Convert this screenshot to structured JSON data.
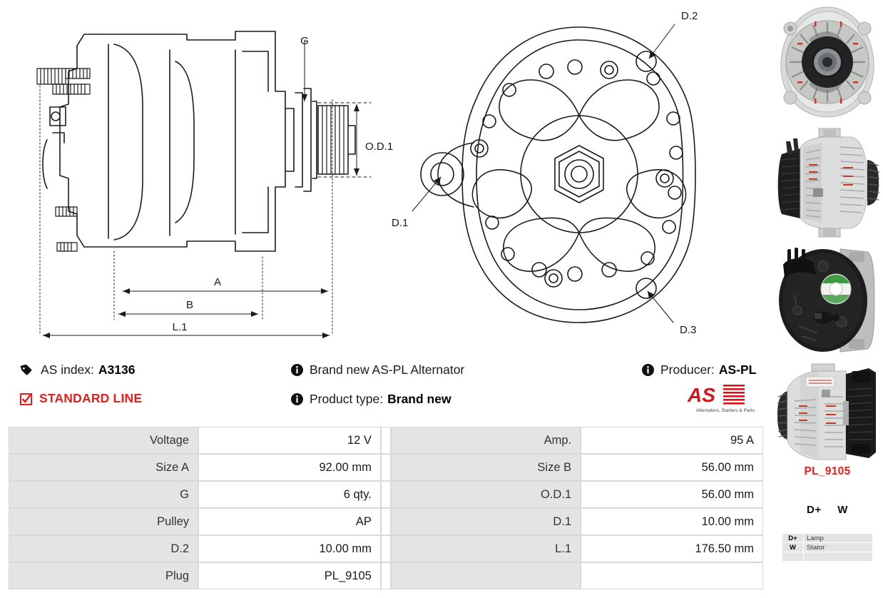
{
  "drawing": {
    "side_view_labels": {
      "g": "G",
      "od1": "O.D.1",
      "a": "A",
      "b": "B",
      "l1": "L.1"
    },
    "front_view_labels": {
      "d1": "D.1",
      "d2": "D.2",
      "d3": "D.3"
    }
  },
  "info": {
    "as_index_label": "AS index:",
    "as_index_value": "A3136",
    "line_badge": "STANDARD LINE",
    "brand_text": "Brand new AS-PL Alternator",
    "product_type_label": "Product type:",
    "product_type_value": "Brand new",
    "producer_label": "Producer:",
    "producer_value": "AS-PL",
    "logo_text": "AS",
    "logo_tagline": "Alternators, Starters & Parts",
    "accent_red": "#ee1b18"
  },
  "spec_table": {
    "rows": [
      {
        "k1": "Voltage",
        "v1": "12 V",
        "k2": "Amp.",
        "v2": "95 A"
      },
      {
        "k1": "Size A",
        "v1": "92.00 mm",
        "k2": "Size B",
        "v2": "56.00 mm"
      },
      {
        "k1": "G",
        "v1": "6 qty.",
        "k2": "O.D.1",
        "v2": "56.00 mm"
      },
      {
        "k1": "Pulley",
        "v1": "AP",
        "k2": "D.1",
        "v2": "10.00 mm"
      },
      {
        "k1": "D.2",
        "v1": "10.00 mm",
        "k2": "L.1",
        "v2": "176.50 mm"
      },
      {
        "k1": "Plug",
        "v1": "PL_9105",
        "k2": "",
        "v2": ""
      }
    ]
  },
  "photos": [
    {
      "name": "alternator-front-view"
    },
    {
      "name": "alternator-side-view-regulator-left"
    },
    {
      "name": "alternator-rear-view-black-cover"
    },
    {
      "name": "alternator-side-view-pulley-left"
    }
  ],
  "plug": {
    "name": "PL_9105",
    "terminals": [
      "D+",
      "W"
    ],
    "legend": [
      {
        "pin": "D+",
        "function": "Lamp"
      },
      {
        "pin": "W",
        "function": "Stator"
      },
      {
        "pin": "",
        "function": ""
      }
    ]
  }
}
